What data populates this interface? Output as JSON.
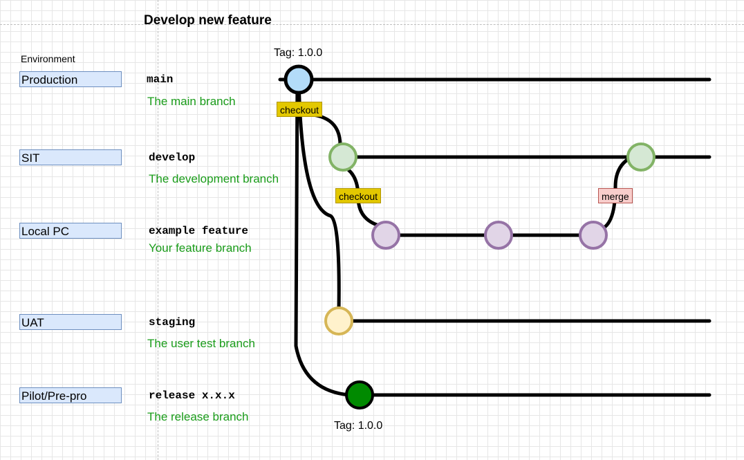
{
  "title": "Develop new feature",
  "environment_header": "Environment",
  "environments": [
    "Production",
    "SIT",
    "Local PC",
    "UAT",
    "Pilot/Pre-pro"
  ],
  "branches": [
    {
      "name": "main",
      "description": "The main branch"
    },
    {
      "name": "develop",
      "description": "The development branch"
    },
    {
      "name": "example feature",
      "description": "Your feature branch"
    },
    {
      "name": "staging",
      "description": "The user test branch"
    },
    {
      "name": "release x.x.x",
      "description": "The release branch"
    }
  ],
  "tags": {
    "main": "Tag: 1.0.0",
    "release": "Tag: 1.0.0"
  },
  "actions": {
    "checkout_main": "checkout",
    "checkout_develop": "checkout",
    "merge_feature": "merge"
  },
  "colors": {
    "main_commit": "#b3dcf9",
    "develop_commit": "#d5e8d4",
    "develop_stroke": "#82b366",
    "feature_commit": "#e1d5e7",
    "feature_stroke": "#9673a6",
    "staging_commit": "#fff2cc",
    "staging_stroke": "#d6b656",
    "release_commit": "#008a00",
    "description_text": "#1a9c1a",
    "checkout_label": "#e3c800",
    "merge_label": "#f8cecc",
    "environment_box": "#dae8fc"
  }
}
